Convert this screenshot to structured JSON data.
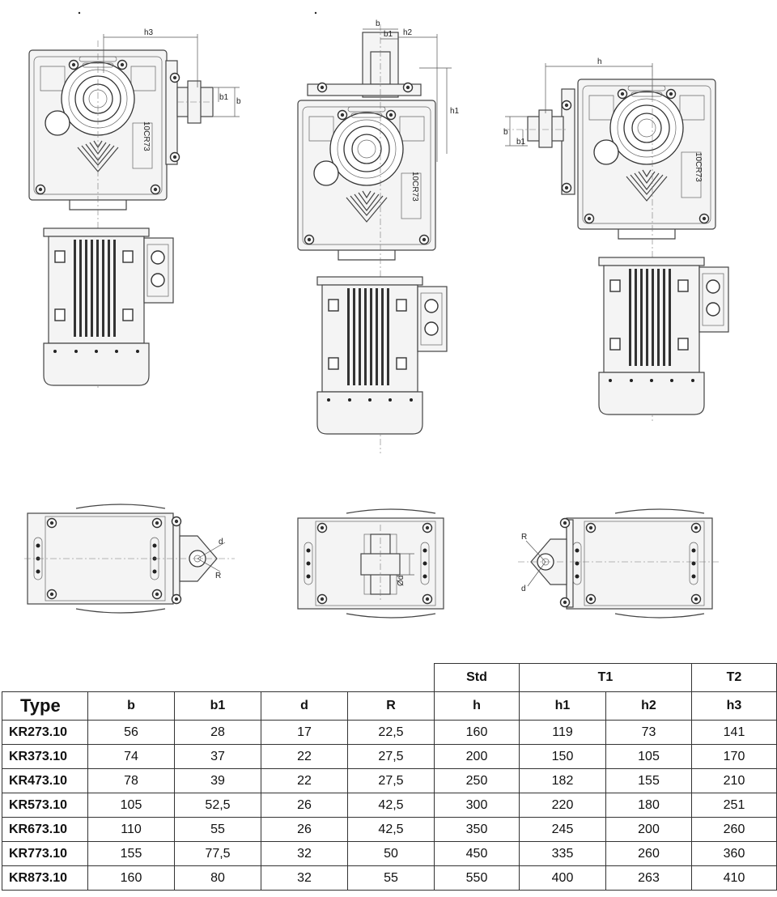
{
  "drawing": {
    "dimension_labels": {
      "h": "h",
      "h1": "h1",
      "h2": "h2",
      "h3": "h3",
      "b": "b",
      "b1": "b1",
      "d": "d",
      "R": "R",
      "gear_plate": "10CR73",
      "shaft_dim": "Ød"
    }
  },
  "table": {
    "groups": [
      {
        "label": "Std"
      },
      {
        "label": "T1"
      },
      {
        "label": "T2"
      }
    ],
    "headers": [
      "Type",
      "b",
      "b1",
      "d",
      "R",
      "h",
      "h1",
      "h2",
      "h3"
    ],
    "rows": [
      [
        "KR273.10",
        "56",
        "28",
        "17",
        "22,5",
        "160",
        "119",
        "73",
        "141"
      ],
      [
        "KR373.10",
        "74",
        "37",
        "22",
        "27,5",
        "200",
        "150",
        "105",
        "170"
      ],
      [
        "KR473.10",
        "78",
        "39",
        "22",
        "27,5",
        "250",
        "182",
        "155",
        "210"
      ],
      [
        "KR573.10",
        "105",
        "52,5",
        "26",
        "42,5",
        "300",
        "220",
        "180",
        "251"
      ],
      [
        "KR673.10",
        "110",
        "55",
        "26",
        "42,5",
        "350",
        "245",
        "200",
        "260"
      ],
      [
        "KR773.10",
        "155",
        "77,5",
        "32",
        "50",
        "450",
        "335",
        "260",
        "360"
      ],
      [
        "KR873.10",
        "160",
        "80",
        "32",
        "55",
        "550",
        "400",
        "263",
        "410"
      ]
    ]
  }
}
